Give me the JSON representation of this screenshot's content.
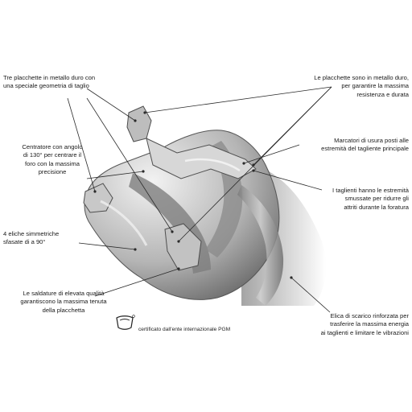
{
  "annotations": {
    "top_left": [
      "Tre placchette in metallo duro con",
      "una speciale geometria di taglio"
    ],
    "top_right": [
      "Le placchette sono in metallo duro,",
      "per garantire la massima",
      "resistenza e durata"
    ],
    "centrator": [
      "Centratore con angolo",
      "di 130° per centrare il",
      "foro con la massima",
      "precisione"
    ],
    "wear_markers": [
      "Marcatori di usura posti alle",
      "estremità del tagliente principale"
    ],
    "edges": [
      "I taglienti hanno le estremità",
      "smussate per ridurre gli",
      "attriti durante la foratura"
    ],
    "helix": [
      "4 eliche simmetriche",
      "sfasate di a 90°"
    ],
    "welding": [
      "Le saldature di elevata qualità",
      "garantiscono la massima tenuta",
      "della placchetta"
    ],
    "discharge": [
      "Elica di scarico rinforzata per",
      "trasferire la massima energia",
      "ai taglienti e limitare le vibrazioni"
    ]
  },
  "certificate": "certificato dall'ente internazionale PGM",
  "colors": {
    "text": "#1a1a1a",
    "leader": "#2a2a2a",
    "metal_light": "#d9d9d9",
    "metal_dark": "#6f6f6f"
  }
}
